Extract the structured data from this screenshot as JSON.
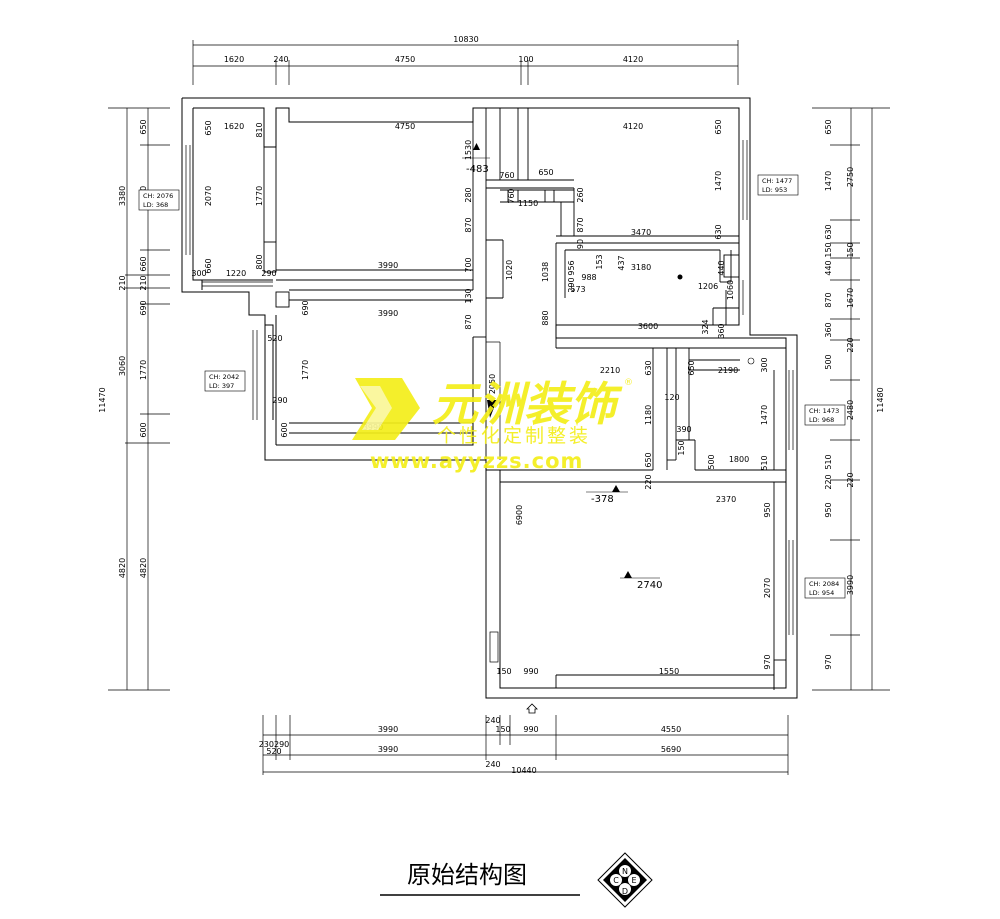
{
  "colors": {
    "lines": "#000000",
    "background": "#ffffff",
    "watermark": "#f4ee1a"
  },
  "title": "原始结构图",
  "watermark": {
    "brand": "元洲装饰",
    "registered": "®",
    "slogan": "个性化定制整装",
    "url": "www.ayyzzs.com"
  },
  "compass": {
    "icon": "compass-icon",
    "letters": [
      "N",
      "D",
      "C",
      "E"
    ]
  },
  "top_dims": {
    "total": "10830",
    "segments": [
      "1620",
      "240",
      "4750",
      "100",
      "4120"
    ]
  },
  "bottom_dims": {
    "row1": [
      "3990",
      "240",
      "150",
      "990",
      "4550"
    ],
    "row2_left": "230290",
    "row2": [
      "520",
      "3990",
      "5690"
    ],
    "row3_mid": "240",
    "total": "10440"
  },
  "left_dims": {
    "total": "11470",
    "outer": [
      "3380",
      "210",
      "3060",
      "4820"
    ],
    "inner": [
      "650",
      "2070",
      "660",
      "210",
      "690",
      "1770",
      "600",
      "4820"
    ]
  },
  "right_dims": {
    "total": "11480",
    "outer": [
      "2750",
      "150",
      "1670",
      "220",
      "2480",
      "220",
      "3990"
    ],
    "inner": [
      "650",
      "1470",
      "630",
      "150",
      "440",
      "870",
      "360",
      "500",
      "510",
      "220",
      "950",
      "2070",
      "970"
    ]
  },
  "window_labels": [
    {
      "ch": "CH: 2076",
      "ld": "LD: 368"
    },
    {
      "ch": "CH: 1477",
      "ld": "LD: 953"
    },
    {
      "ch": "CH: 2042",
      "ld": "LD: 397"
    },
    {
      "ch": "CH: 1473",
      "ld": "LD: 968"
    },
    {
      "ch": "CH: 2084",
      "ld": "LD: 954"
    }
  ],
  "elevations": [
    "-483",
    "-378",
    "2740"
  ],
  "interior_dims": [
    "1620",
    "4750",
    "4120",
    "650",
    "810",
    "2070",
    "1770",
    "650",
    "1470",
    "630",
    "1530",
    "760",
    "650",
    "760",
    "1150",
    "260",
    "280",
    "870",
    "870",
    "660",
    "1220",
    "300",
    "290",
    "800",
    "3990",
    "700",
    "1020",
    "130",
    "3470",
    "90",
    "1038",
    "956",
    "988",
    "3180",
    "437",
    "153",
    "440",
    "290",
    "573",
    "1206",
    "1060",
    "880",
    "3600",
    "324",
    "360",
    "690",
    "3990",
    "520",
    "1770",
    "870",
    "290",
    "600",
    "3990",
    "2050",
    "2210",
    "630",
    "650",
    "2190",
    "300",
    "120",
    "1180",
    "1470",
    "390",
    "150",
    "500",
    "1800",
    "650",
    "510",
    "220",
    "2370",
    "6900",
    "950",
    "2070",
    "970",
    "150",
    "990",
    "1550"
  ]
}
